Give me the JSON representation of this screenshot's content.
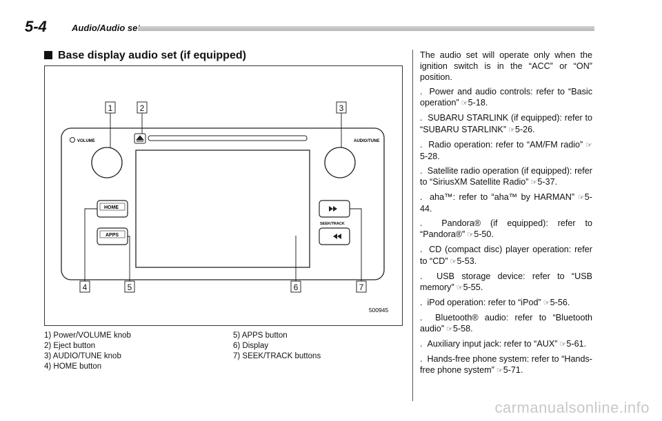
{
  "header": {
    "page_number": "5-4",
    "section": "Audio/Audio set"
  },
  "section_title": "Base display audio set (if equipped)",
  "figure": {
    "code": "500945",
    "callouts": [
      "1",
      "2",
      "3",
      "4",
      "5",
      "6",
      "7"
    ],
    "labels": {
      "volume": "VOLUME",
      "audio_tune": "AUDIO/TUNE",
      "home": "HOME",
      "apps": "APPS",
      "seek_track": "SEEK/TRACK"
    }
  },
  "captions_left": [
    "1) Power/VOLUME knob",
    "2) Eject button",
    "3) AUDIO/TUNE knob",
    "4) HOME button"
  ],
  "captions_right": [
    "5) APPS button",
    "6) Display",
    "7) SEEK/TRACK buttons"
  ],
  "body": {
    "intro": "The audio set will operate only when the ignition switch is in the “ACC” or “ON” position.",
    "items": [
      {
        "text": "Power and audio controls: refer to “Basic operation”",
        "ref": "5-18."
      },
      {
        "text": "SUBARU STARLINK (if equipped): refer to “SUBARU STARLINK”",
        "ref": "5-26."
      },
      {
        "text": "Radio operation: refer to “AM/FM radio”",
        "ref": "5-28."
      },
      {
        "text": "Satellite radio operation (if equipped): refer to “SiriusXM Satellite Radio”",
        "ref": "5-37."
      },
      {
        "text": "aha™: refer to “aha™ by HARMAN”",
        "ref": "5-44."
      },
      {
        "text": "Pandora® (if equipped): refer to “Pandora®”",
        "ref": "5-50."
      },
      {
        "text": "CD (compact disc) player operation: refer to “CD”",
        "ref": "5-53."
      },
      {
        "text": "USB storage device: refer to “USB memory”",
        "ref": "5-55."
      },
      {
        "text": "iPod operation: refer to “iPod”",
        "ref": "5-56."
      },
      {
        "text": "Bluetooth® audio: refer to “Bluetooth audio”",
        "ref": "5-58."
      },
      {
        "text": "Auxiliary input jack: refer to “AUX”",
        "ref": "5-61."
      },
      {
        "text": "Hands-free phone system: refer to “Hands-free phone system”",
        "ref": "5-71."
      }
    ]
  },
  "watermark": "carmanualsonline.info"
}
